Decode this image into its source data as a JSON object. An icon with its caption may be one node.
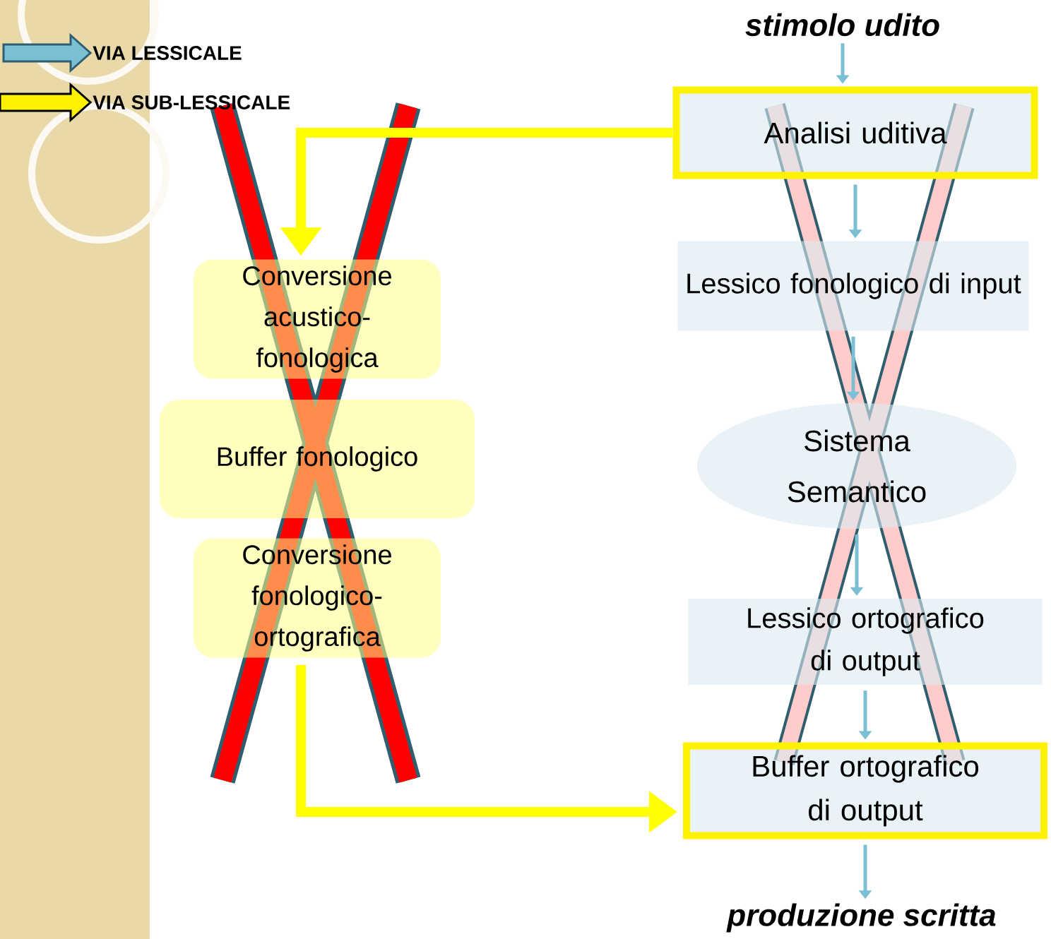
{
  "diagram": {
    "nodes": [
      {
        "text": [
          "stimolo udito"
        ]
      },
      {
        "text": [
          "Analisi uditiva"
        ]
      },
      {
        "text": [
          "Lessico fonologico di input"
        ]
      },
      {
        "text": [
          "Sistema Semantico"
        ]
      },
      {
        "text": [
          "Lessico ortografico di output"
        ]
      },
      {
        "text": [
          "Buffer ortografico di output"
        ]
      },
      {
        "text": [
          "produzione scritta"
        ]
      },
      {
        "text": [
          "Conversione acustico-fonologica"
        ]
      },
      {
        "text": [
          "Buffer fonologico"
        ]
      },
      {
        "text": [
          "Conversione fonologico-ortografica"
        ]
      }
    ],
    "edges": [
      {
        "from": 0,
        "to": 1,
        "arrow": "to"
      },
      {
        "from": 1,
        "to": 2,
        "arrow": "to"
      },
      {
        "from": 2,
        "to": 3,
        "arrow": "to"
      },
      {
        "from": 3,
        "to": 4,
        "arrow": "to"
      },
      {
        "from": 4,
        "to": 5,
        "arrow": "to"
      },
      {
        "from": 5,
        "to": 6,
        "arrow": "to"
      },
      {
        "from": 1,
        "to": 7,
        "arrow": "to",
        "style": "thick",
        "color": "#ffff00"
      },
      {
        "from": 9,
        "to": 5,
        "arrow": "to",
        "style": "thick",
        "color": "#ffff00"
      }
    ],
    "legend": [
      {
        "text": "VIA LESSICALE"
      },
      {
        "text": "VIA SUB-LESSICALE"
      }
    ]
  }
}
